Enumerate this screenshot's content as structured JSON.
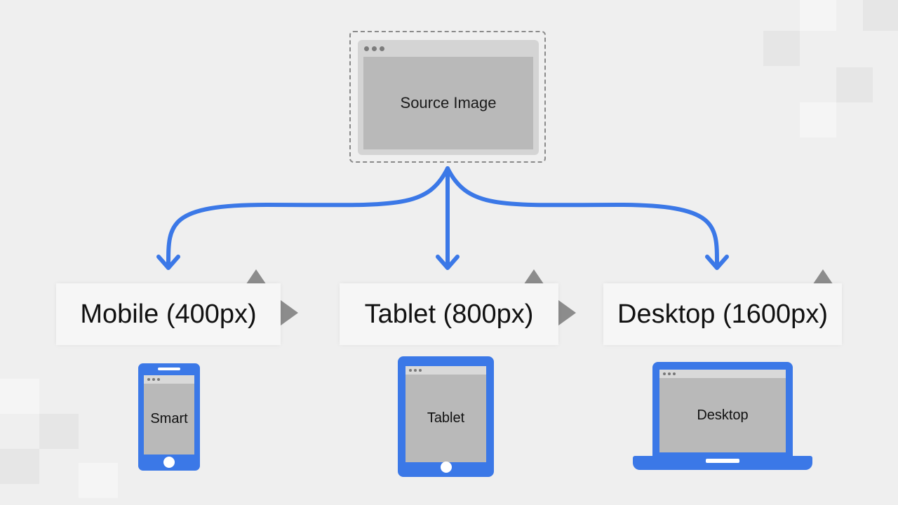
{
  "source": {
    "label": "Source Image"
  },
  "targets": [
    {
      "label": "Mobile (400px)",
      "device": "Smart"
    },
    {
      "label": "Tablet (800px)",
      "device": "Tablet"
    },
    {
      "label": "Desktop (1600px)",
      "device": "Desktop"
    }
  ],
  "colors": {
    "arrow": "#3b78e7",
    "device": "#3b78e7",
    "marker": "#8c8c8c",
    "screen": "#b9b9b9"
  },
  "icons": [
    "arrow-down-icon",
    "triangle-up-icon",
    "triangle-right-icon",
    "smartphone-icon",
    "tablet-icon",
    "laptop-icon"
  ]
}
